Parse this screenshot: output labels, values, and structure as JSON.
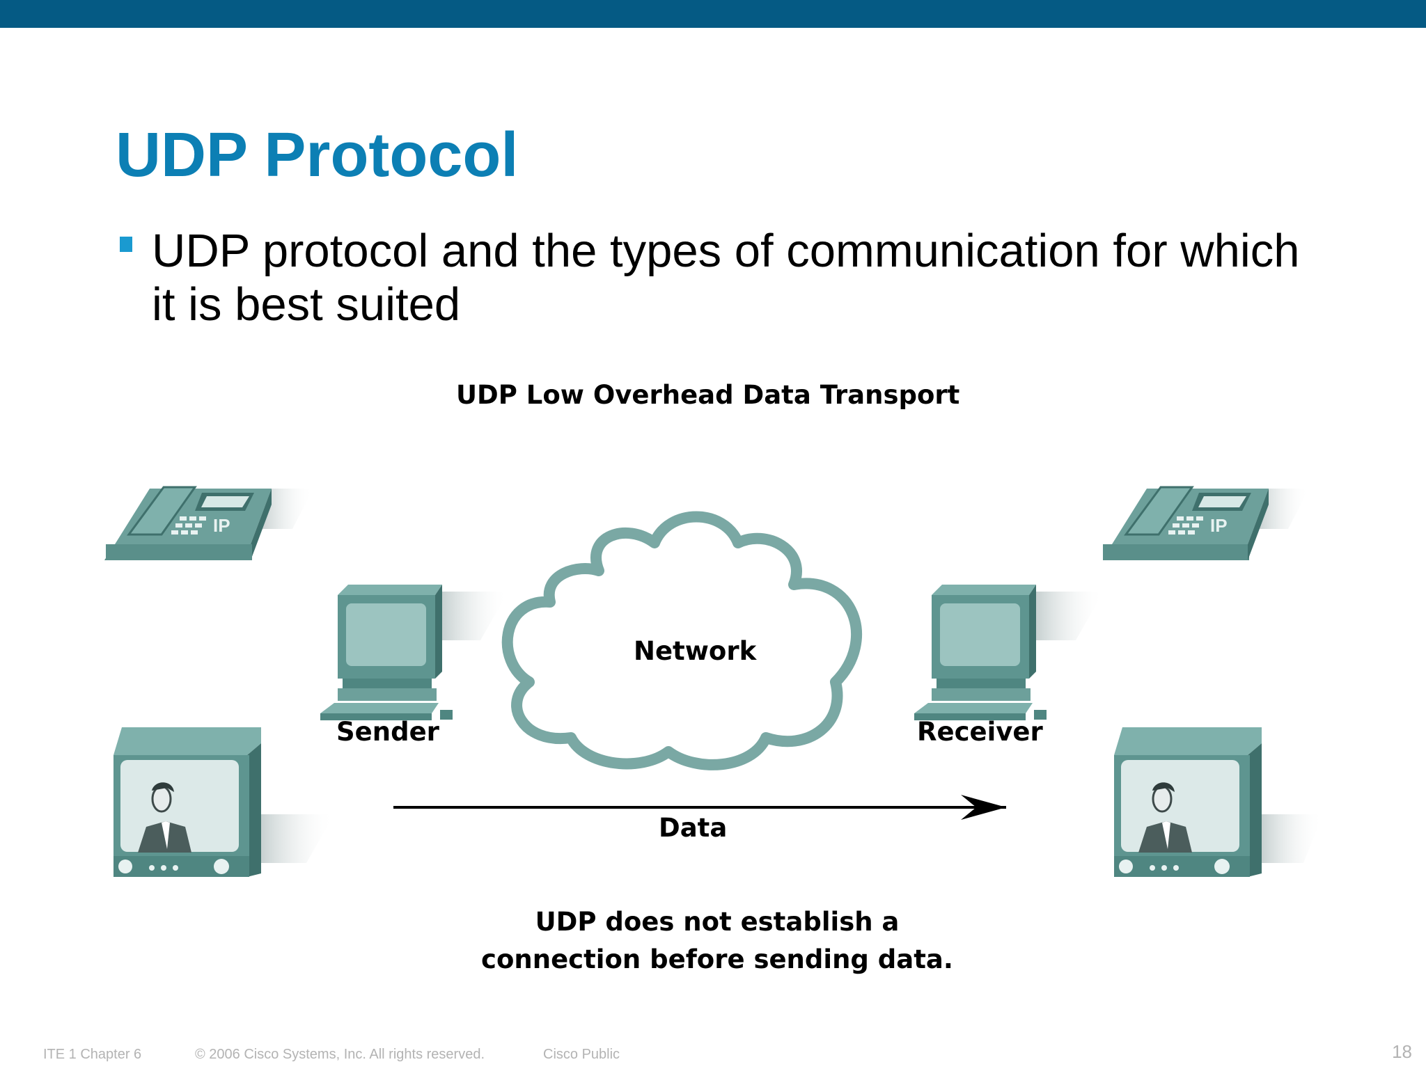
{
  "slide": {
    "title": "UDP Protocol",
    "bullet": {
      "line1": "UDP protocol and the types of communication for which",
      "line2": "it is best suited"
    }
  },
  "diagram": {
    "heading": "UDP Low Overhead Data Transport",
    "network_label": "Network",
    "sender_label": "Sender",
    "receiver_label": "Receiver",
    "data_label": "Data",
    "caption_line1": "UDP does not establish a",
    "caption_line2": "connection before sending data.",
    "phone_badge": "IP"
  },
  "footer": {
    "course": "ITE 1 Chapter 6",
    "copyright": "© 2006 Cisco Systems, Inc. All rights reserved.",
    "classification": "Cisco Public",
    "page_number": "18"
  },
  "colors": {
    "top_bar": "#055a84",
    "title": "#0c7fb4",
    "device_teal": "#5e9590",
    "cloud_outline": "#7aa8a4"
  }
}
